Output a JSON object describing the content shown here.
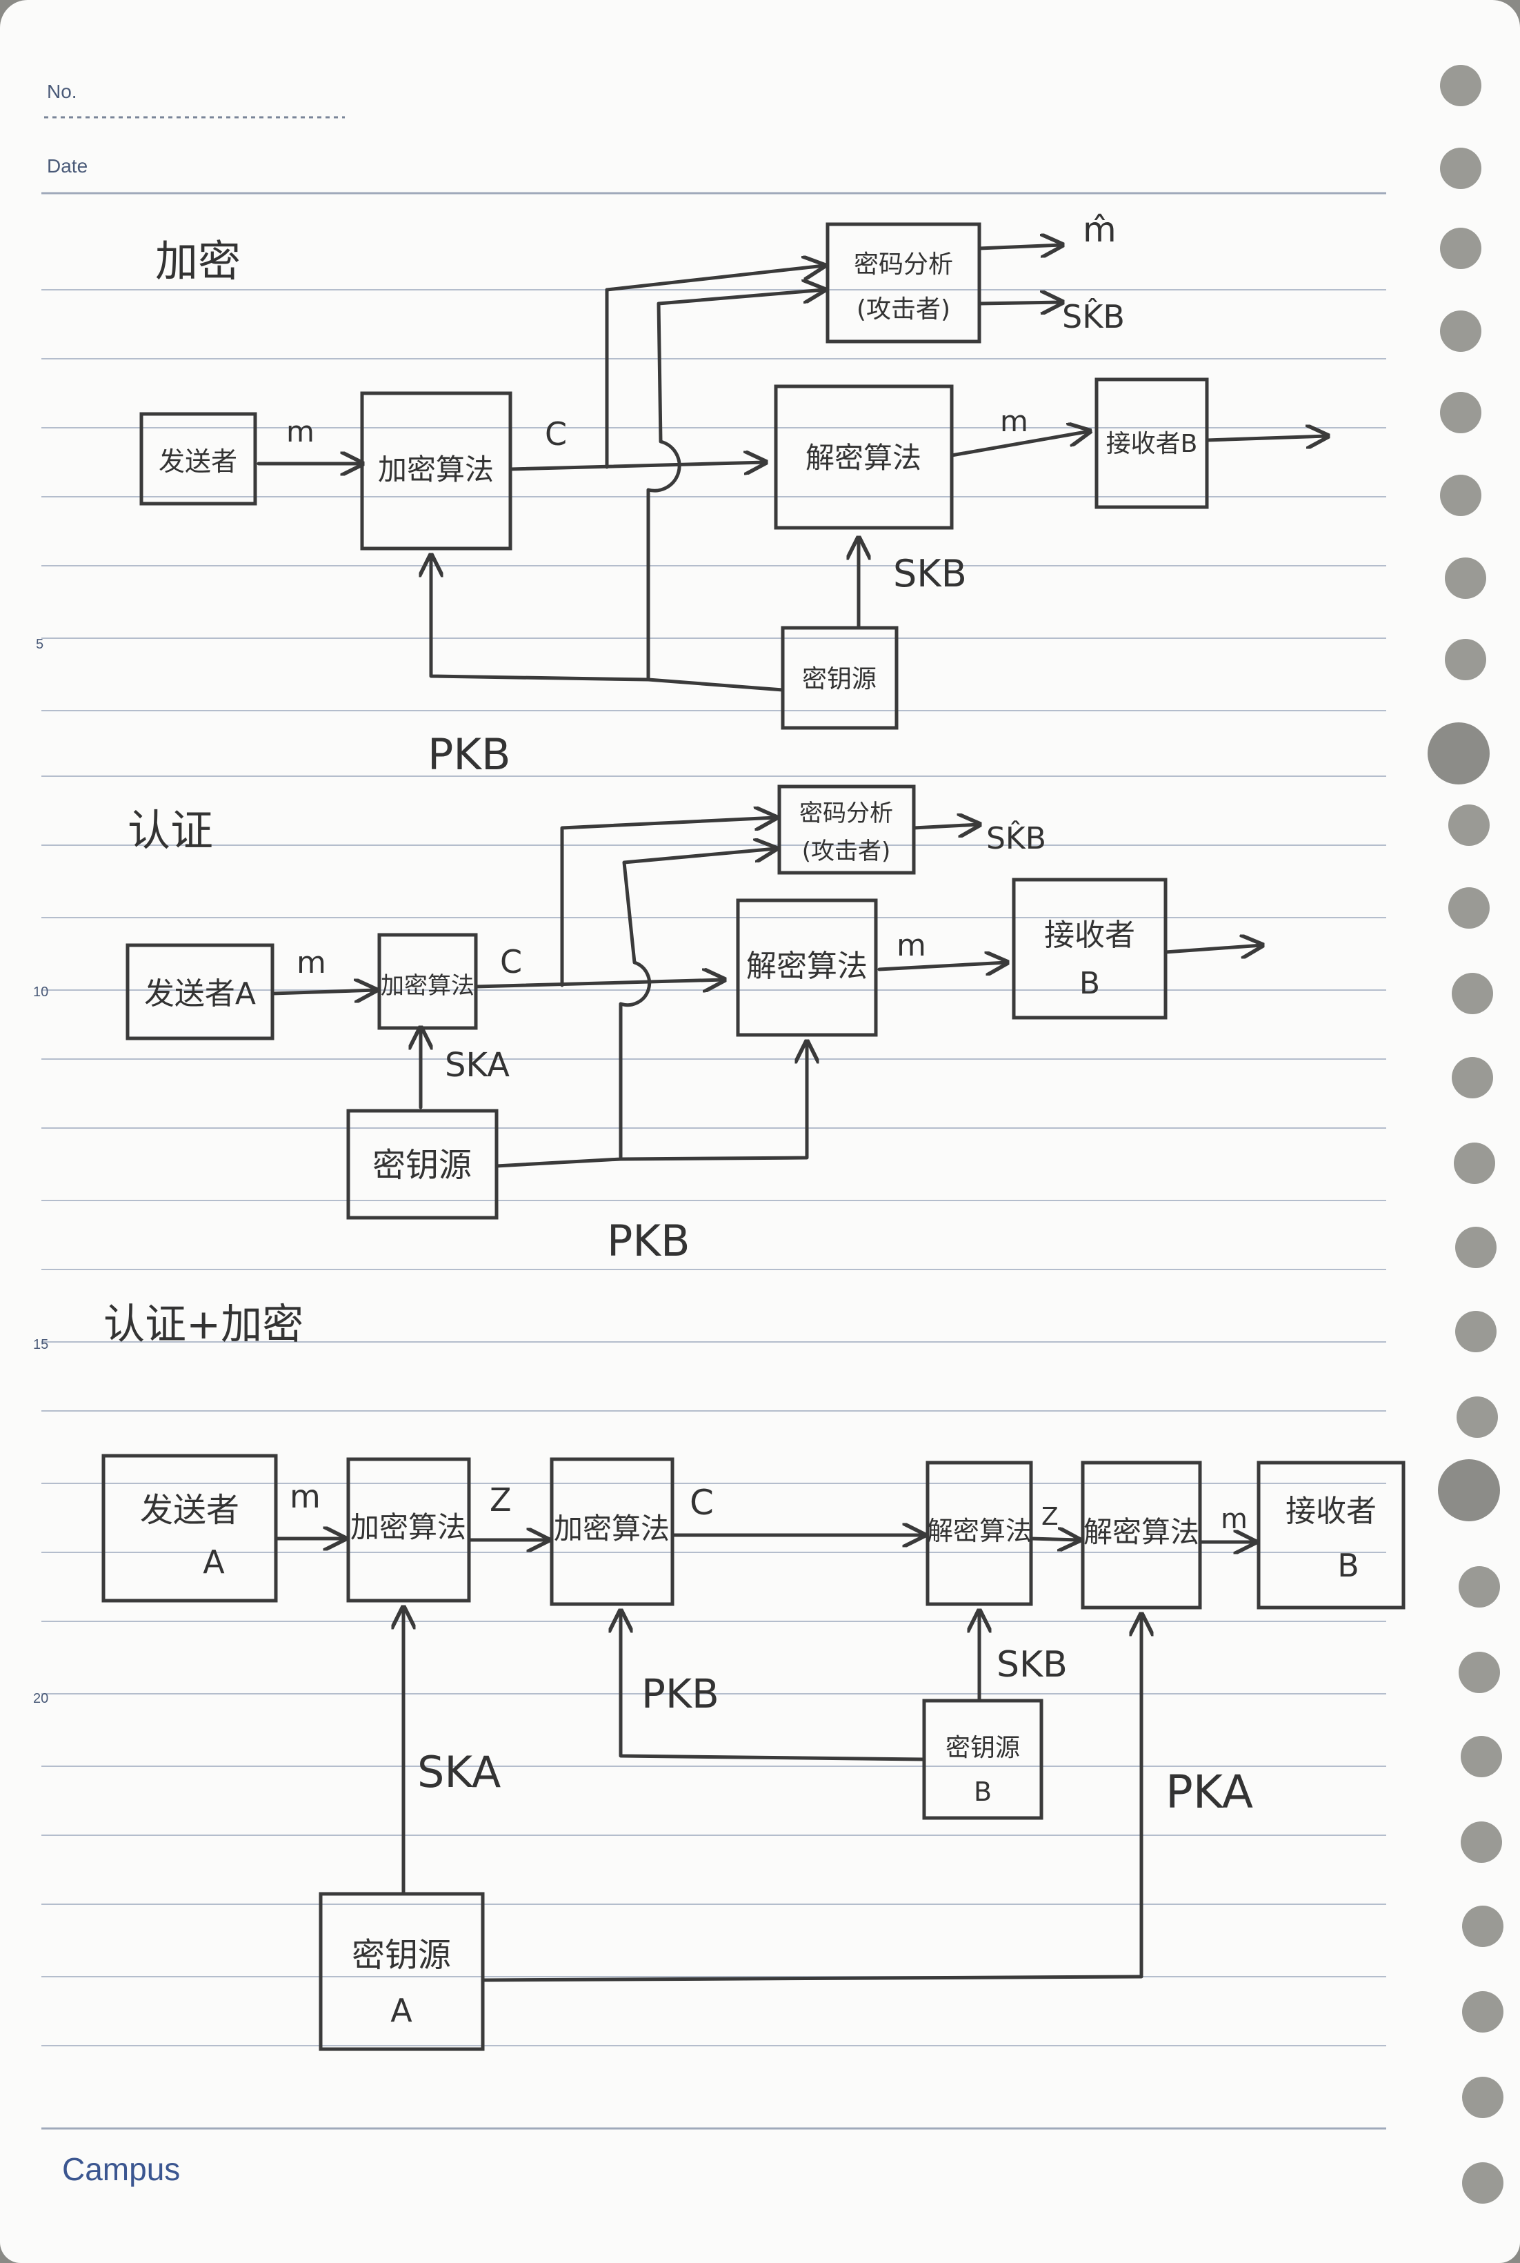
{
  "header": {
    "no_label": "No.",
    "date_label": "Date"
  },
  "footer": {
    "brand": "Campus"
  },
  "line_numbers": [
    "5",
    "10",
    "15",
    "20"
  ],
  "colors": {
    "ink": "#3a3a3a",
    "rule": "#b4bdcc",
    "header_text": "#4a5a78",
    "brand": "#3b5690"
  },
  "sections": {
    "encryption": {
      "title": "加密",
      "sender": "发送者",
      "encrypt_algo": "加密算法",
      "cryptanalyst": "密码分析",
      "attacker": "(攻击者)",
      "decrypt_algo": "解密算法",
      "receiver": "接收者B",
      "key_source": "密钥源",
      "label_m": "m",
      "label_c": "C",
      "label_m_hat": "m̂",
      "label_sk_hat": "SK̂B",
      "label_m_out": "m",
      "label_skb": "SKB",
      "label_pkb": "PKB"
    },
    "authentication": {
      "title": "认证",
      "sender": "发送者A",
      "encrypt_algo": "加密算法",
      "cryptanalyst": "密码分析",
      "attacker": "(攻击者)",
      "decrypt_algo": "解密算法",
      "receiver": "接收者",
      "receiver_sub": "B",
      "key_source": "密钥源",
      "label_m": "m",
      "label_c": "C",
      "label_ska": "SKA",
      "label_sk_hat": "SK̂B",
      "label_m_out": "m",
      "label_pkb": "PKB"
    },
    "combined": {
      "title": "认证+加密",
      "sender": "发送者",
      "sender_sub": "A",
      "encrypt1": "加密算法",
      "encrypt2": "加密算法",
      "decrypt1": "解密算法",
      "decrypt2": "解密算法",
      "receiver": "接收者",
      "receiver_sub": "B",
      "key_source_b": "密钥源",
      "key_source_b_sub": "B",
      "key_source_a": "密钥源",
      "key_source_a_sub": "A",
      "label_m": "m",
      "label_z": "Z",
      "label_c": "C",
      "label_z2": "Z",
      "label_m_out": "m",
      "label_pkb": "PKB",
      "label_skb": "SKB",
      "label_ska": "SKA",
      "label_pka": "PKA"
    }
  }
}
